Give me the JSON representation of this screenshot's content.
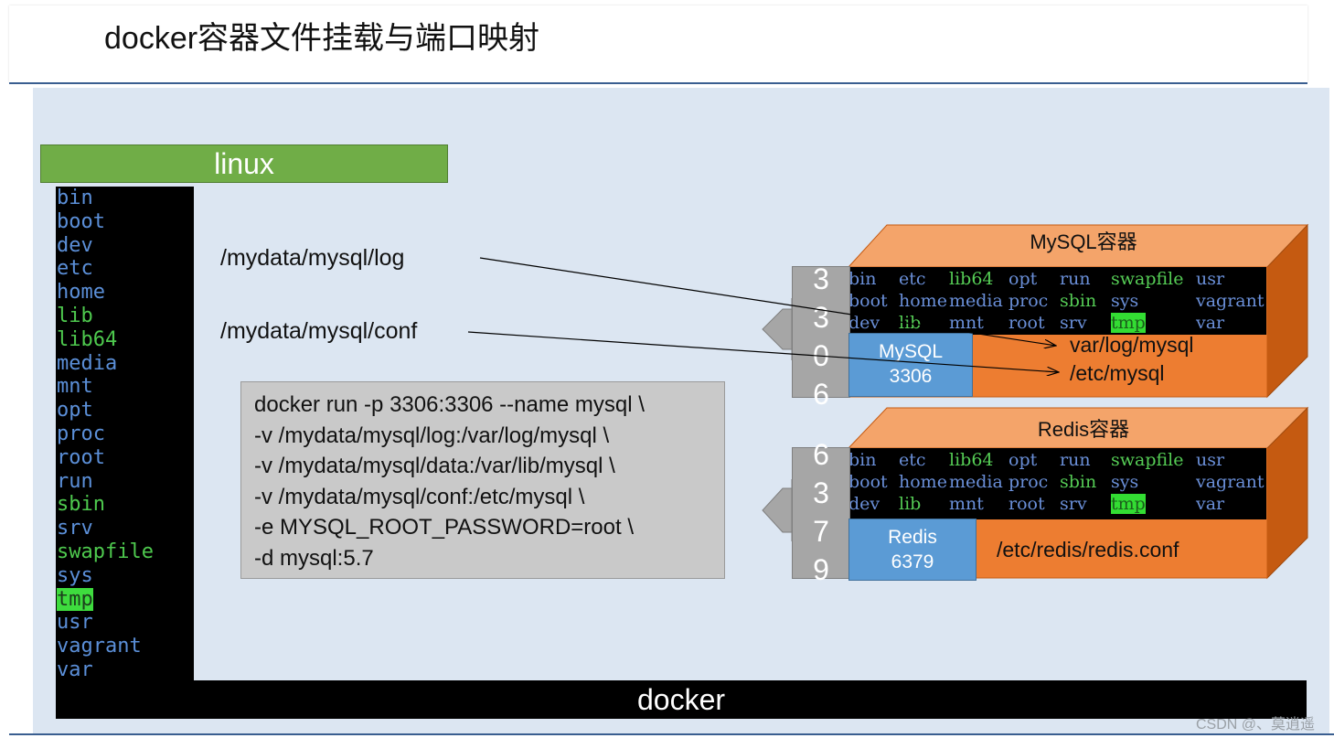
{
  "title": "docker容器文件挂载与端口映射",
  "linux_label": "linux",
  "docker_label": "docker",
  "filesystem": [
    {
      "name": "bin",
      "style": "blue"
    },
    {
      "name": "boot",
      "style": "blue"
    },
    {
      "name": "dev",
      "style": "blue"
    },
    {
      "name": "etc",
      "style": "blue"
    },
    {
      "name": "home",
      "style": "blue"
    },
    {
      "name": "lib",
      "style": "green"
    },
    {
      "name": "lib64",
      "style": "green"
    },
    {
      "name": "media",
      "style": "blue"
    },
    {
      "name": "mnt",
      "style": "blue"
    },
    {
      "name": "opt",
      "style": "blue"
    },
    {
      "name": "proc",
      "style": "blue"
    },
    {
      "name": "root",
      "style": "blue"
    },
    {
      "name": "run",
      "style": "blue"
    },
    {
      "name": "sbin",
      "style": "green"
    },
    {
      "name": "srv",
      "style": "blue"
    },
    {
      "name": "swapfile",
      "style": "green"
    },
    {
      "name": "sys",
      "style": "blue"
    },
    {
      "name": "tmp",
      "style": "tmp"
    },
    {
      "name": "usr",
      "style": "blue"
    },
    {
      "name": "vagrant",
      "style": "blue"
    },
    {
      "name": "var",
      "style": "blue"
    }
  ],
  "host_paths": {
    "log": "/mydata/mysql/log",
    "conf": "/mydata/mysql/conf"
  },
  "command_lines": [
    "docker run -p 3306:3306 --name mysql \\",
    "-v /mydata/mysql/log:/var/log/mysql \\",
    "-v /mydata/mysql/data:/var/lib/mysql \\",
    "-v /mydata/mysql/conf:/etc/mysql \\",
    "-e MYSQL_ROOT_PASSWORD=root \\",
    "-d mysql:5.7"
  ],
  "mysql_container": {
    "label": "MySQL容器",
    "port_digits": [
      "3",
      "3",
      "0",
      "6"
    ],
    "service_name": "MySQL",
    "service_port": "3306",
    "mount_log": "var/log/mysql",
    "mount_conf": "/etc/mysql"
  },
  "redis_container": {
    "label": "Redis容器",
    "port_digits": [
      "6",
      "3",
      "7",
      "9"
    ],
    "service_name": "Redis",
    "service_port": "6379",
    "mount_conf": "/etc/redis/redis.conf"
  },
  "container_fs": [
    {
      "name": "bin",
      "style": "blue"
    },
    {
      "name": "etc",
      "style": "blue"
    },
    {
      "name": "lib64",
      "style": "green"
    },
    {
      "name": "opt",
      "style": "blue"
    },
    {
      "name": "run",
      "style": "blue"
    },
    {
      "name": "swapfile",
      "style": "green"
    },
    {
      "name": "usr",
      "style": "blue"
    },
    {
      "name": "boot",
      "style": "blue"
    },
    {
      "name": "home",
      "style": "blue"
    },
    {
      "name": "media",
      "style": "blue"
    },
    {
      "name": "proc",
      "style": "blue"
    },
    {
      "name": "sbin",
      "style": "green"
    },
    {
      "name": "sys",
      "style": "blue"
    },
    {
      "name": "vagrant",
      "style": "blue"
    },
    {
      "name": "dev",
      "style": "blue"
    },
    {
      "name": "lib",
      "style": "green"
    },
    {
      "name": "mnt",
      "style": "blue"
    },
    {
      "name": "root",
      "style": "blue"
    },
    {
      "name": "srv",
      "style": "blue"
    },
    {
      "name": "tmp",
      "style": "tmp"
    },
    {
      "name": "var",
      "style": "blue"
    }
  ],
  "watermark": "CSDN @、莫逍遥",
  "colors": {
    "linux_bar": "#70ad47",
    "container_body": "#ed7d31",
    "container_top": "#f4a46a",
    "service_box": "#5b9bd5",
    "port_box": "#a6a6a6",
    "canvas": "#dce6f2"
  }
}
